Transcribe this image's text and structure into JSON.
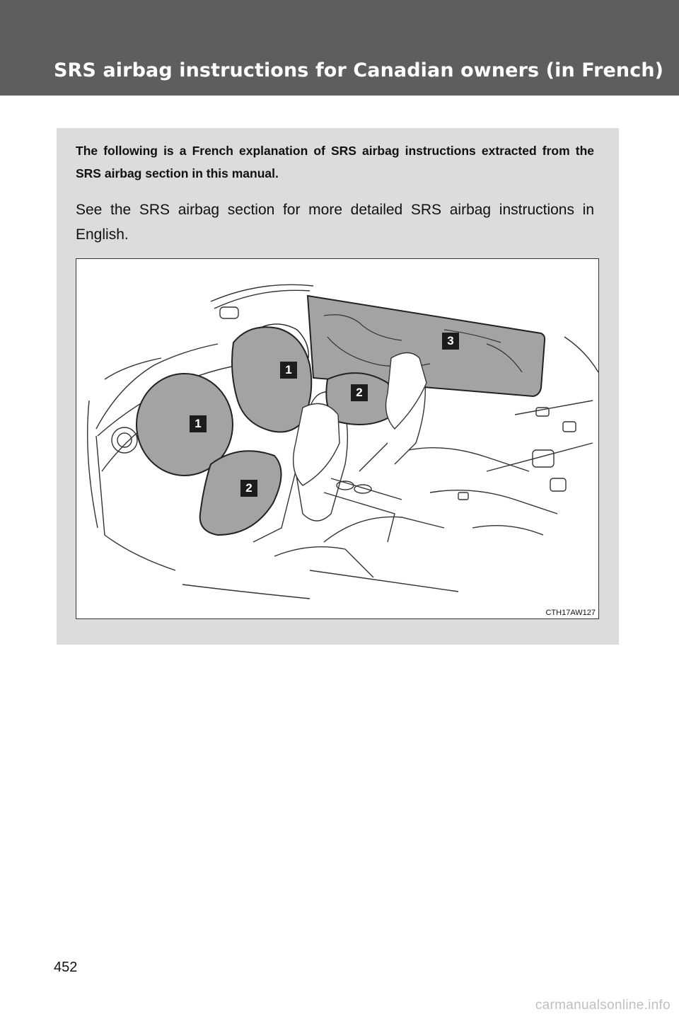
{
  "header": {
    "title": "SRS airbag instructions for Canadian owners (in French)"
  },
  "intro": {
    "bold_text": "The following is a French explanation of SRS airbag instructions extracted from the SRS airbag section in this manual.",
    "text": "See the SRS airbag section for more detailed SRS airbag instructions in English."
  },
  "figure": {
    "code": "CTH17AW127",
    "callouts": [
      "1",
      "1",
      "2",
      "2",
      "3"
    ]
  },
  "page_number": "452",
  "watermark": "carmanualsonline.info"
}
